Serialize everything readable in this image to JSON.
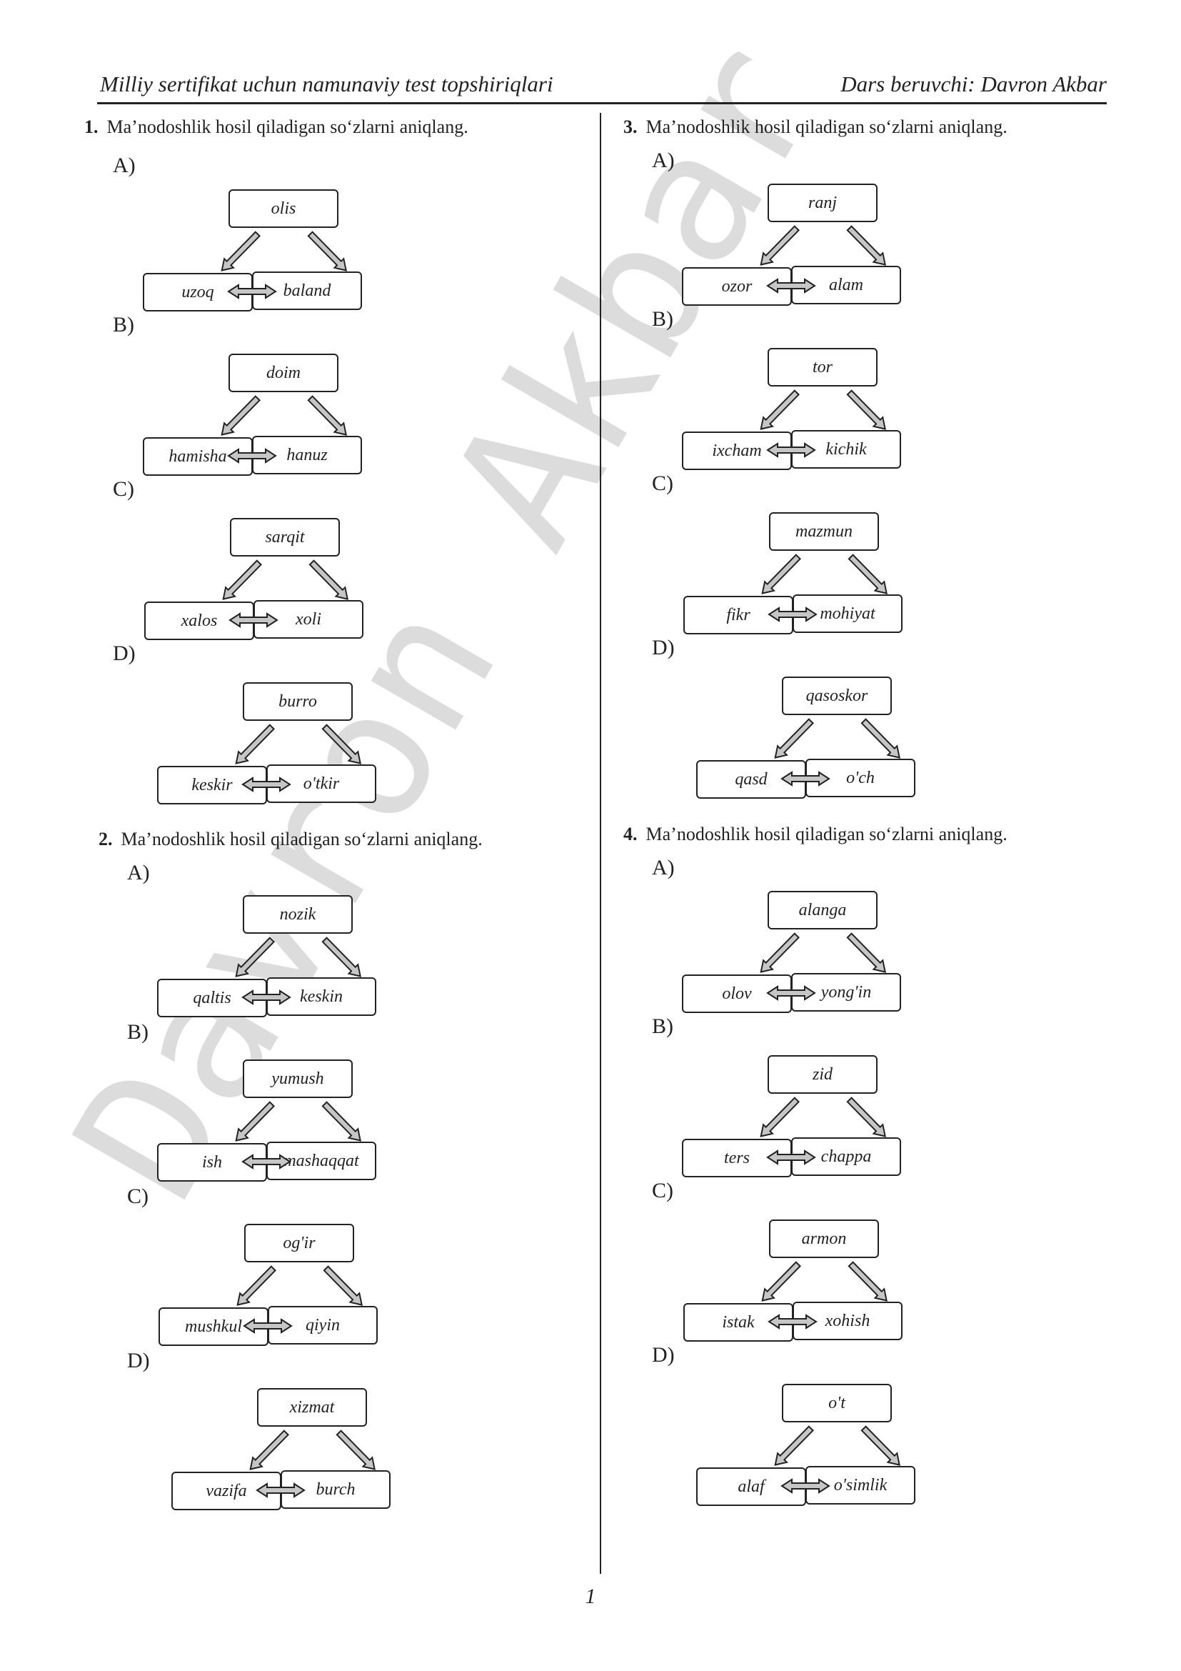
{
  "header": {
    "left": "Milliy sertifikat uchun namunaviy test topshiriqlari",
    "right": "Dars beruvchi: Davron Akbar"
  },
  "watermark": "Davron Akbar",
  "page_number": "1",
  "questions": [
    {
      "number": "1.",
      "text": "Ma’nodoshlik hosil qiladigan so‘zlarni aniqlang.",
      "options": [
        {
          "label": "A)",
          "top": "olis",
          "left": "uzoq",
          "right": "baland"
        },
        {
          "label": "B)",
          "top": "doim",
          "left": "hamisha",
          "right": "hanuz"
        },
        {
          "label": "C)",
          "top": "sarqit",
          "left": "xalos",
          "right": "xoli"
        },
        {
          "label": "D)",
          "top": "burro",
          "left": "keskir",
          "right": "o'tkir"
        }
      ]
    },
    {
      "number": "2.",
      "text": "Ma’nodoshlik hosil qiladigan so‘zlarni aniqlang.",
      "options": [
        {
          "label": "A)",
          "top": "nozik",
          "left": "qaltis",
          "right": "keskin"
        },
        {
          "label": "B)",
          "top": "yumush",
          "left": "ish",
          "right": "mashaqqat"
        },
        {
          "label": "C)",
          "top": "og'ir",
          "left": "mushkul",
          "right": "qiyin"
        },
        {
          "label": "D)",
          "top": "xizmat",
          "left": "vazifa",
          "right": "burch"
        }
      ]
    },
    {
      "number": "3.",
      "text": "Ma’nodoshlik hosil qiladigan so‘zlarni aniqlang.",
      "options": [
        {
          "label": "A)",
          "top": "ranj",
          "left": "ozor",
          "right": "alam"
        },
        {
          "label": "B)",
          "top": "tor",
          "left": "ixcham",
          "right": "kichik"
        },
        {
          "label": "C)",
          "top": "mazmun",
          "left": "fikr",
          "right": "mohiyat"
        },
        {
          "label": "D)",
          "top": "qasoskor",
          "left": "qasd",
          "right": "o'ch"
        }
      ]
    },
    {
      "number": "4.",
      "text": "Ma’nodoshlik hosil qiladigan so‘zlarni aniqlang.",
      "options": [
        {
          "label": "A)",
          "top": "alanga",
          "left": "olov",
          "right": "yong'in"
        },
        {
          "label": "B)",
          "top": "zid",
          "left": "ters",
          "right": "chappa"
        },
        {
          "label": "C)",
          "top": "armon",
          "left": "istak",
          "right": "xohish"
        },
        {
          "label": "D)",
          "top": "o't",
          "left": "alaf",
          "right": "o'simlik"
        }
      ]
    }
  ]
}
